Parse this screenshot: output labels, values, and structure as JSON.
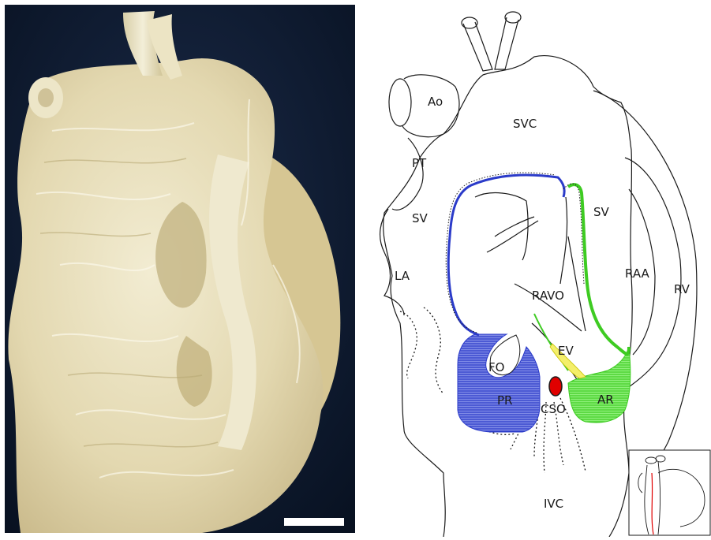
{
  "figure": {
    "labels": {
      "ao": "Ao",
      "svc": "SVC",
      "pt": "PT",
      "sv_left": "SV",
      "sv_right": "SV",
      "la": "LA",
      "raa": "RAA",
      "rv": "RV",
      "ravo": "RAVO",
      "ev": "EV",
      "fo": "FO",
      "pr": "PR",
      "cso": "CSO",
      "ar": "AR",
      "ivc": "IVC"
    },
    "colors": {
      "blue_region": "#3d4fd6",
      "green_region": "#55e03a",
      "yellow_region": "#f4ef6a",
      "red_region": "#e00000",
      "photo_background": "#0d1830",
      "tissue": "#e8e0bc",
      "scale_bar": "#ffffff"
    }
  }
}
